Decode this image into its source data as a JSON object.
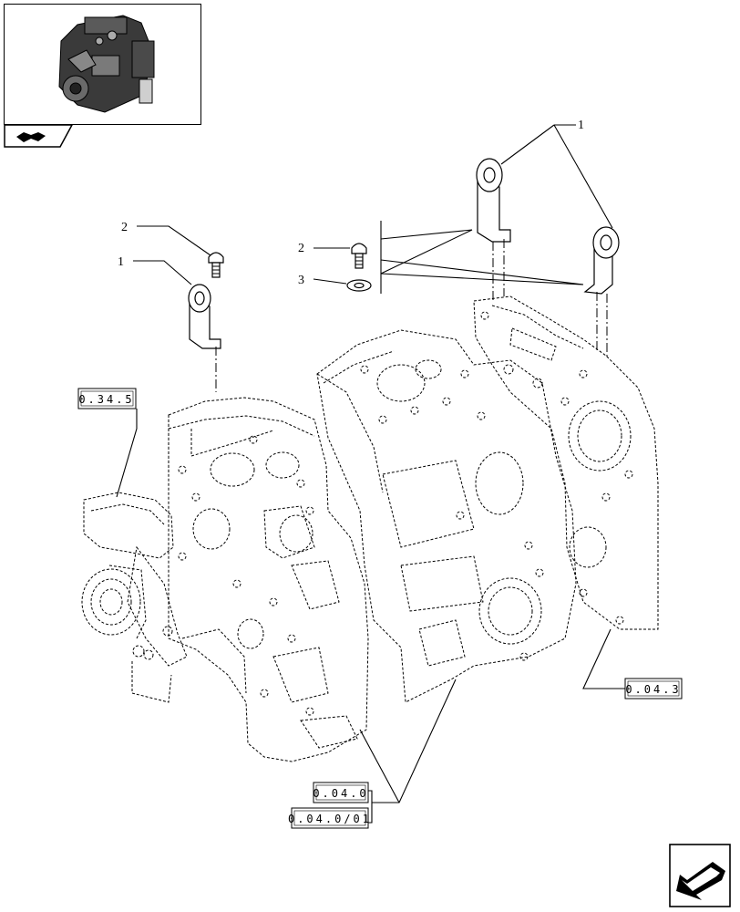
{
  "callouts": {
    "left_2": "2",
    "left_1": "1",
    "top_1": "1",
    "mid_2": "2",
    "mid_3": "3"
  },
  "references": {
    "ref_0_34_5": "0.34.5",
    "ref_0_04_3": "0.04.3",
    "ref_0_04_0": "0.04.0",
    "ref_0_04_0_01": "0.04.0/01"
  },
  "icons": {
    "engine_thumbnail": "engine-thumbnail-icon",
    "section_tab": "book-section-icon",
    "nav_arrow": "back-arrow-icon"
  },
  "colors": {
    "line": "#000000",
    "background": "#ffffff"
  }
}
